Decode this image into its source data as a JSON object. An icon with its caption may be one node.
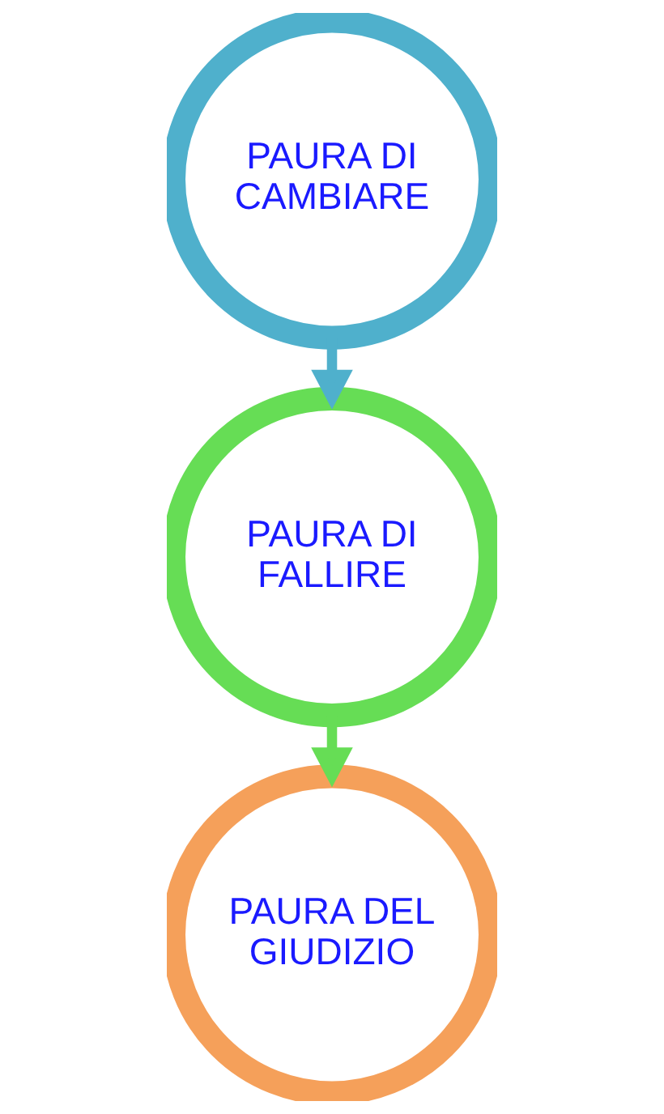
{
  "diagram": {
    "nodes": [
      {
        "text": [
          "PAURA DI CAMBIARE"
        ]
      },
      {
        "text": [
          "PAURA DI FALLIRE"
        ]
      },
      {
        "text": [
          "PAURA DEL GIUDIZIO"
        ]
      }
    ],
    "edges": [
      {
        "from": 0,
        "to": 1,
        "arrow": "to",
        "color": "#4fb0cc"
      },
      {
        "from": 1,
        "to": 2,
        "arrow": "to",
        "color": "#66dd55"
      }
    ]
  }
}
